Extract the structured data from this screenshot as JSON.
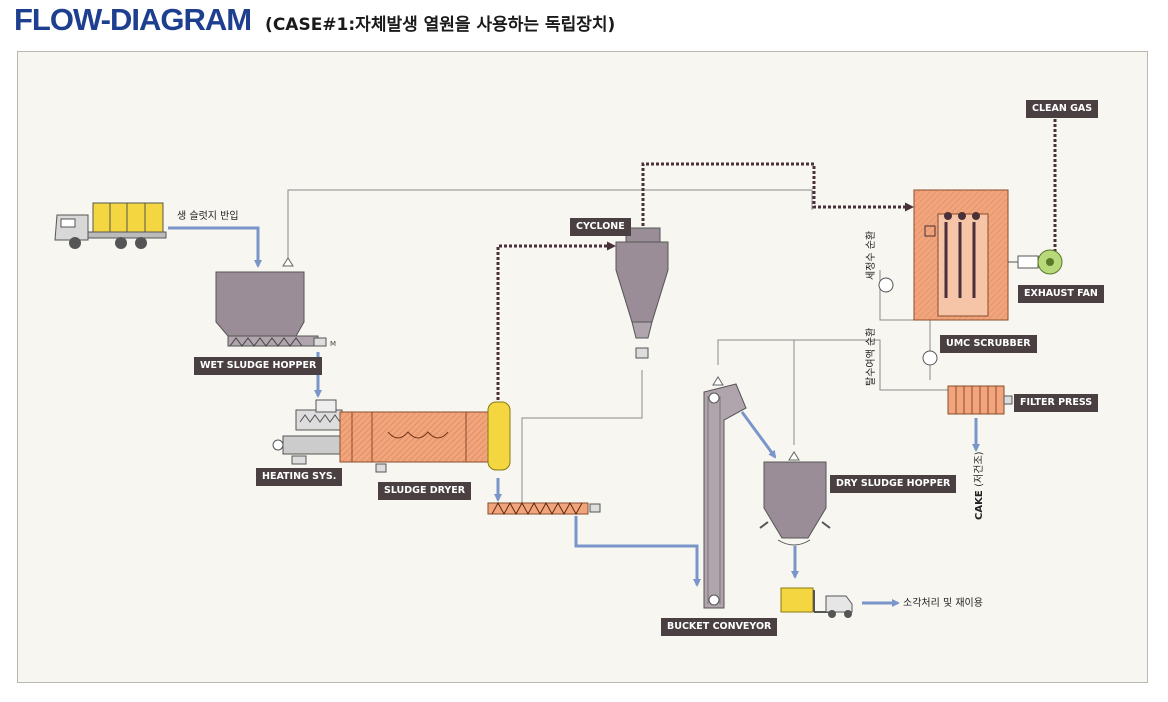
{
  "header": {
    "title": "FLOW-DIAGRAM",
    "subtitle": "(CASE#1:자체발생 열원을 사용하는 독립장치)"
  },
  "labels": {
    "wet_sludge_hopper": "WET SLUDGE HOPPER",
    "heating_sys": "HEATING SYS.",
    "sludge_dryer": "SLUDGE DRYER",
    "cyclone": "CYCLONE",
    "bucket_conveyor": "BUCKET CONVEYOR",
    "dry_sludge_hopper": "DRY SLUDGE HOPPER",
    "umc_scrubber": "UMC SCRUBBER",
    "exhaust_fan": "EXHAUST FAN",
    "filter_press": "FILTER PRESS",
    "clean_gas": "CLEAN GAS"
  },
  "notes": {
    "sludge_inflow": "생 슬럿지 반입",
    "incinerate_reuse": "소각처리 및 재이용",
    "cake": "CAKE",
    "cake_sub": "(저건조)",
    "wash_water": "세정수 순환",
    "dewater_water": "탈수여액 순환"
  },
  "colors": {
    "title": "#1e3f8f",
    "flow_arrow": "#7a95c9",
    "equipment": "#9a8d97",
    "dryer": "#f2a57c",
    "dryer_end": "#f3d640",
    "truck_cargo": "#f3d640",
    "label_bg": "#4a4042",
    "gas_dotted": "#6a3c48"
  }
}
